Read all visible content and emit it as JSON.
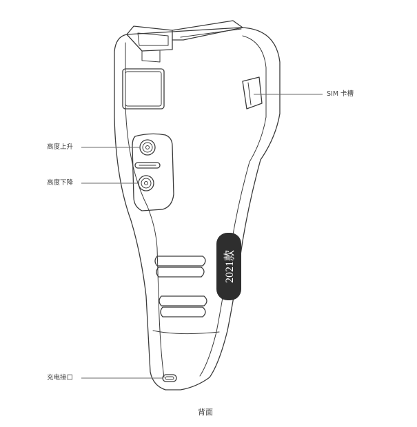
{
  "labels": {
    "sim_slot": "SIM 卡槽",
    "height_up": "高度上升",
    "height_down": "高度下降",
    "charging_port": "充电接口"
  },
  "badge": {
    "text": "2021款"
  },
  "caption": "背面"
}
